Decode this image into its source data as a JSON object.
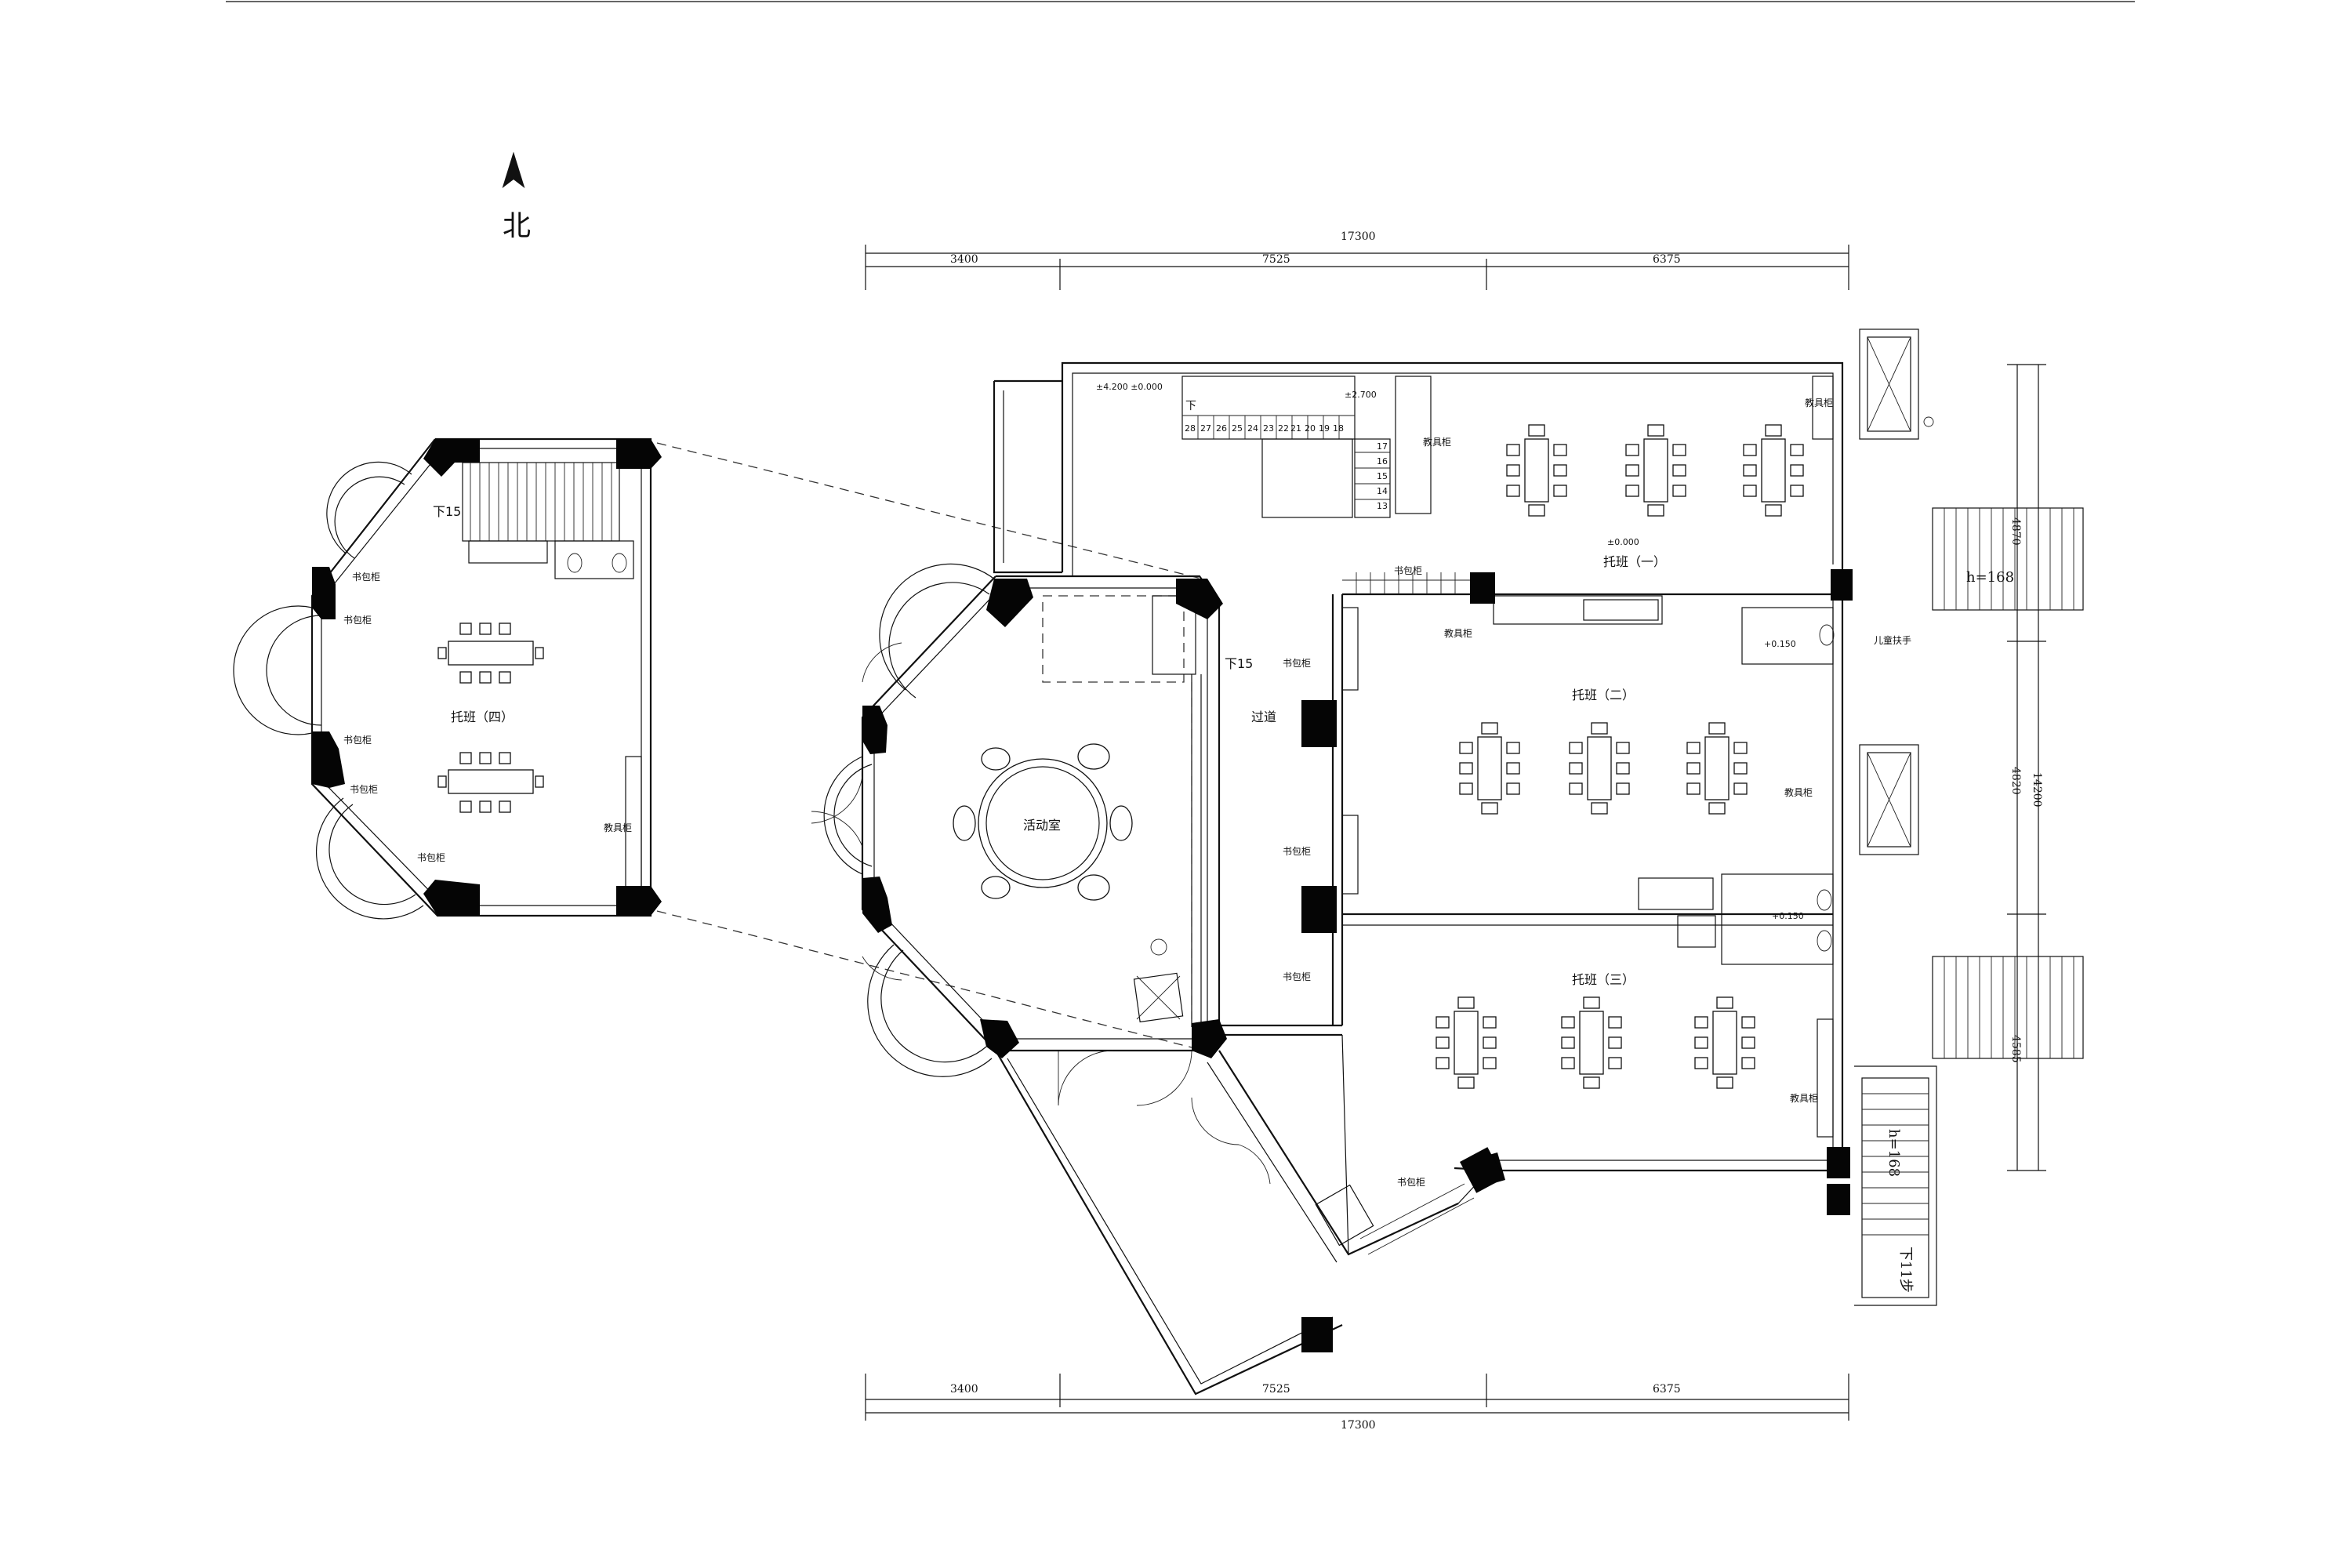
{
  "north": {
    "label": "北"
  },
  "dimensions": {
    "top_total": "17300",
    "top_segments": [
      "3400",
      "7525",
      "6375"
    ],
    "bottom_total": "17300",
    "bottom_segments": [
      "3400",
      "7525",
      "6375"
    ],
    "right_total": "14200",
    "right_segments": [
      "4870",
      "4820",
      "4585"
    ]
  },
  "rooms": {
    "class_one": "托班（一）",
    "class_two": "托班（二）",
    "class_three": "托班（三）",
    "class_four": "托班（四）",
    "activity_room": "活动室",
    "corridor": "过道"
  },
  "labels": {
    "schoolbag_cabinet": "书包柜",
    "toy_cabinet": "教具柜",
    "child_handrail": "儿童扶手",
    "down_15_left": "下15",
    "down_15_center": "下15",
    "down_11_steps": "下11步",
    "down": "下",
    "ramp_h_upper": "h=168",
    "ramp_h_lower": "h=168"
  },
  "levels": {
    "stair_top": "±4.200 ±0.000",
    "landing": "±2.700",
    "class_one_floor": "±0.000",
    "wc_upper": "+0.150",
    "wc_lower": "+0.150"
  },
  "stair_steps": {
    "upper_run": [
      "28",
      "27",
      "26",
      "25",
      "24",
      "23",
      "22",
      "21",
      "20",
      "19",
      "18"
    ],
    "lower_run": [
      "17",
      "16",
      "15",
      "14",
      "13"
    ]
  }
}
